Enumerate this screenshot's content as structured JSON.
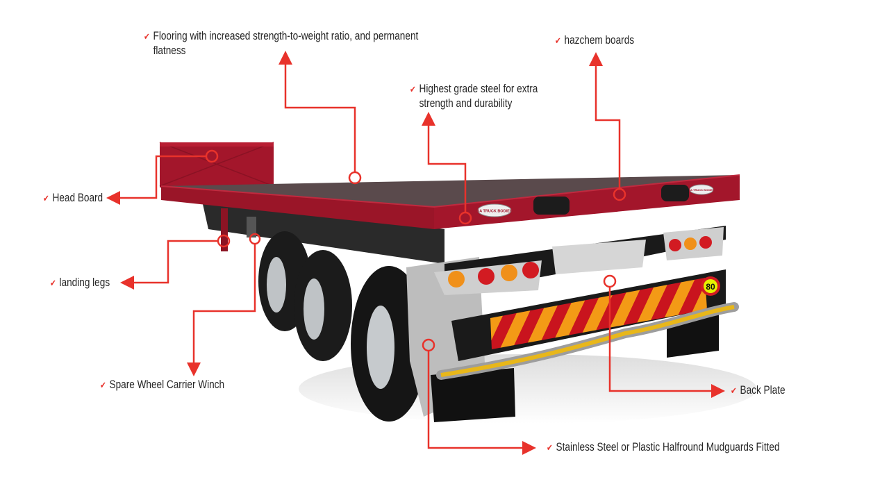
{
  "colors": {
    "accent": "#e8322b",
    "trailer_red": "#a3162b",
    "text": "#262626"
  },
  "check_icon": "✔",
  "callouts": [
    {
      "id": "flooring",
      "line1": "Flooring with increased strength-to-weight ratio, and permanent",
      "line2": "flatness"
    },
    {
      "id": "steel",
      "line1": "Highest grade steel for extra",
      "line2": "strength and durability"
    },
    {
      "id": "hazchem",
      "line1": "hazchem boards"
    },
    {
      "id": "headboard",
      "line1": "Head Board"
    },
    {
      "id": "landing-legs",
      "line1": "landing legs"
    },
    {
      "id": "spare-wheel",
      "line1": "Spare Wheel Carrier Winch"
    },
    {
      "id": "back-plate",
      "line1": "Back Plate"
    },
    {
      "id": "mudguards",
      "line1": "Stainless Steel or Plastic Halfround Mudguards Fitted"
    }
  ],
  "trailer_markings": {
    "brand": "SA TRUCK BODIES",
    "speed_sign": "80"
  }
}
